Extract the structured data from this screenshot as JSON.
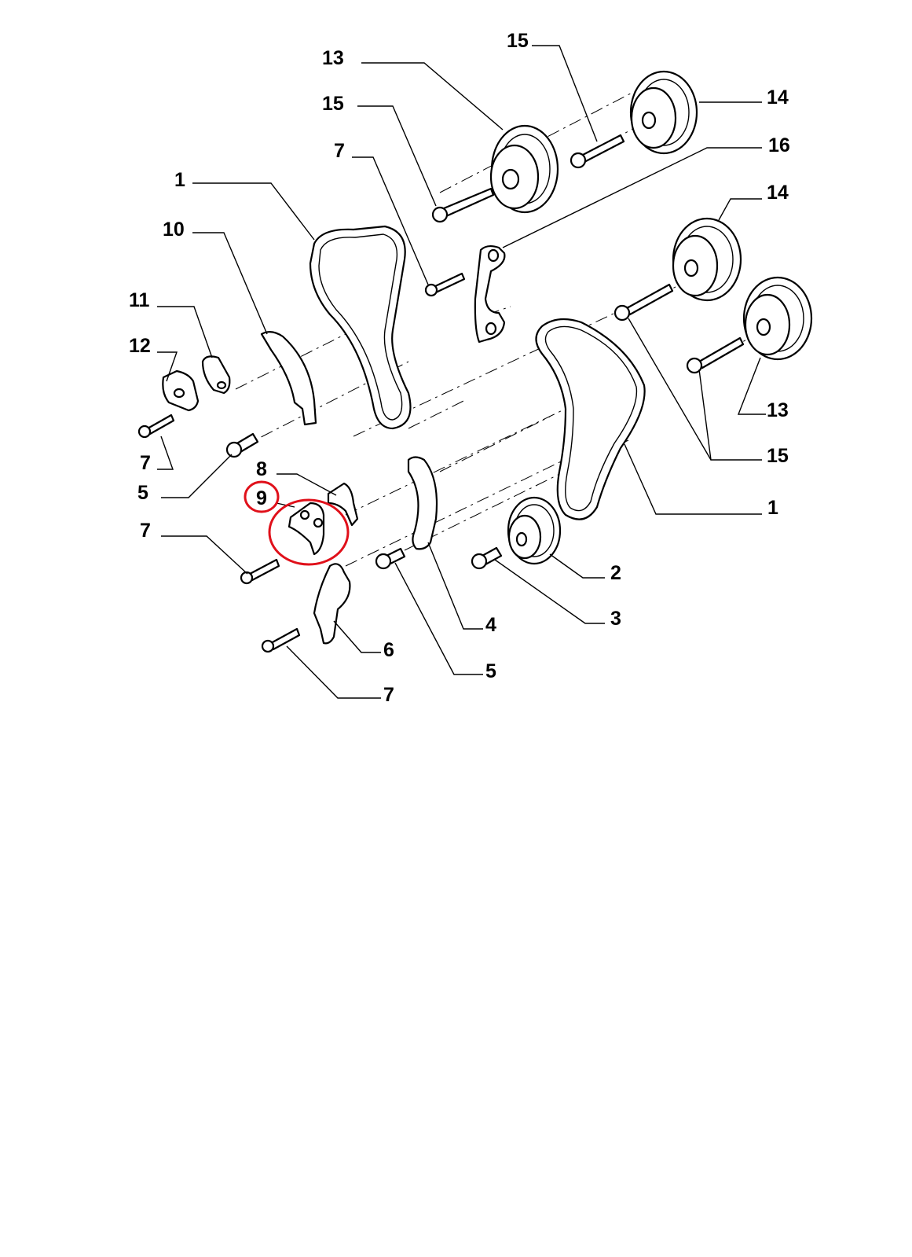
{
  "diagram": {
    "type": "exploded-parts-view",
    "callouts": {
      "c1a": "1",
      "c1b": "1",
      "c2": "2",
      "c3": "3",
      "c4": "4",
      "c5a": "5",
      "c5b": "5",
      "c6": "6",
      "c7a": "7",
      "c7b": "7",
      "c7c": "7",
      "c7d": "7",
      "c8": "8",
      "c9": "9",
      "c10": "10",
      "c11": "11",
      "c12": "12",
      "c13a": "13",
      "c13b": "13",
      "c14a": "14",
      "c14b": "14",
      "c15a": "15",
      "c15b": "15",
      "c15c": "15",
      "c16": "16"
    },
    "highlight": {
      "part_number": "9",
      "color": "#e0101a"
    },
    "colors": {
      "line": "#000000",
      "background": "#ffffff"
    }
  }
}
